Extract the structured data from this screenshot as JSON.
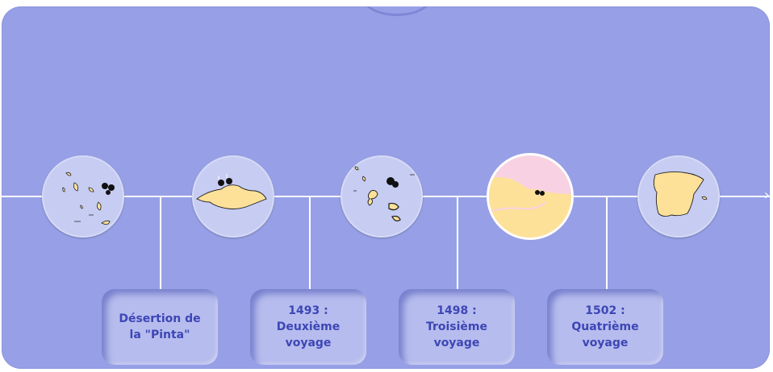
{
  "colors": {
    "panel": "#97a0e6",
    "node": "#c6ccf2",
    "active_node": "#f8d2e2",
    "land": "#fde199",
    "card_text": "#3d46b5",
    "line": "#ffffff"
  },
  "timeline": {
    "nodes": [
      {
        "name": "bahamas-map",
        "icon": "island-map-icon"
      },
      {
        "name": "hispaniola-map",
        "icon": "island-map-icon"
      },
      {
        "name": "caribbean-map",
        "icon": "island-map-icon"
      },
      {
        "name": "coast-map",
        "icon": "coast-map-icon",
        "active": true
      },
      {
        "name": "spain-map",
        "icon": "country-map-icon"
      }
    ],
    "events": [
      {
        "label": "Désertion de\nla \"Pinta\""
      },
      {
        "label": "1493 :\nDeuxième\nvoyage"
      },
      {
        "label": "1498 :\nTroisième\nvoyage"
      },
      {
        "label": "1502 :\nQuatrième\nvoyage"
      }
    ],
    "arrow": "›"
  }
}
